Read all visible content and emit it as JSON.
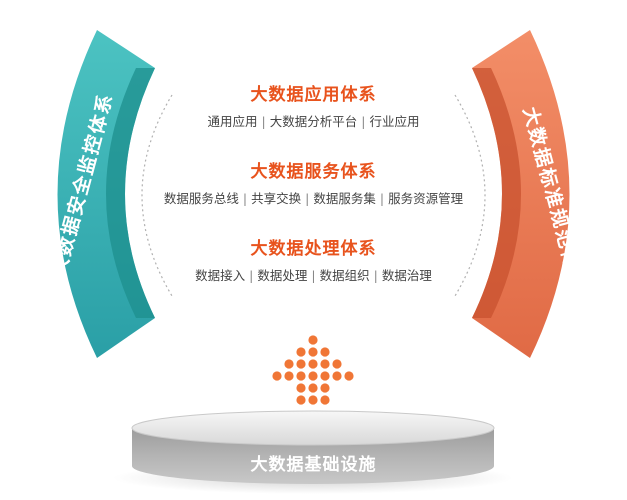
{
  "left_arc": {
    "label": "大数据安全监控体系",
    "color": "#3bb2b4",
    "accent": "#1e9796"
  },
  "right_arc": {
    "label": "大数据标准规范体系",
    "color": "#f07d5a",
    "accent": "#d35a36"
  },
  "sections": [
    {
      "title": "大数据应用体系",
      "items": [
        "通用应用",
        "大数据分析平台",
        "行业应用"
      ]
    },
    {
      "title": "大数据服务体系",
      "items": [
        "数据服务总线",
        "共享交换",
        "数据服务集",
        "服务资源管理"
      ]
    },
    {
      "title": "大数据处理体系",
      "items": [
        "数据接入",
        "数据处理",
        "数据组织",
        "数据治理"
      ]
    }
  ],
  "separator": "|",
  "base": {
    "label": "大数据基础设施"
  },
  "colors": {
    "title": "#e8531d",
    "text": "#444444",
    "arrow": "#f07636",
    "platform": "#bdbdbd"
  },
  "icons": {
    "arrow": "dotted-up-arrow-icon"
  }
}
